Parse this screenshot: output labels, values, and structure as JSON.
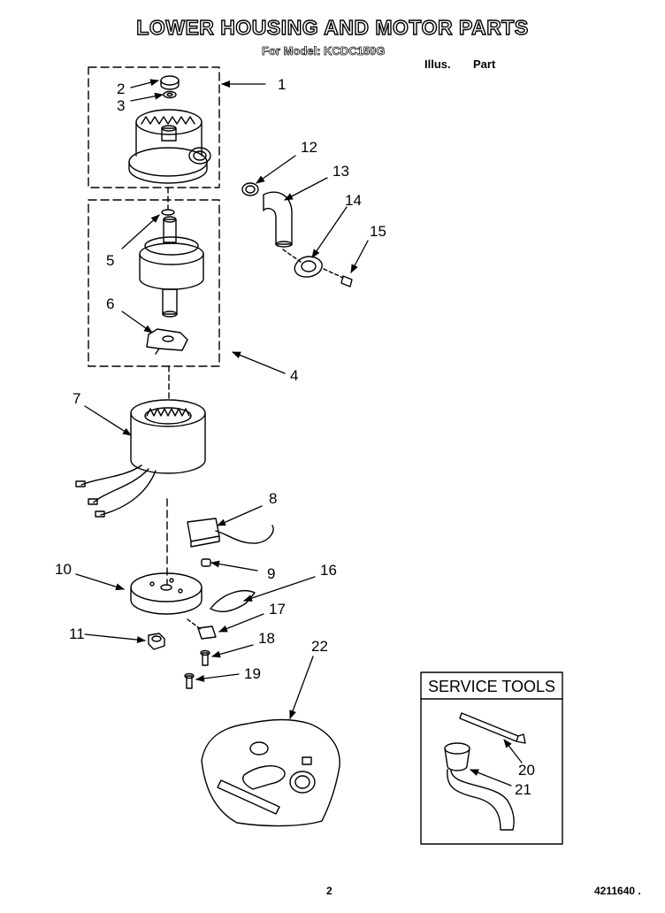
{
  "header": {
    "title": "LOWER HOUSING AND MOTOR PARTS",
    "model_line": "For Model: KCDC150G",
    "col_illus": "Illus.",
    "col_part": "Part"
  },
  "service_tools": {
    "title": "SERVICE TOOLS"
  },
  "callouts": [
    "1",
    "2",
    "3",
    "4",
    "5",
    "6",
    "7",
    "8",
    "9",
    "10",
    "11",
    "12",
    "13",
    "14",
    "15",
    "16",
    "17",
    "18",
    "19",
    "20",
    "21",
    "22"
  ],
  "footer": {
    "page": "2",
    "doc_number": "4211640 ."
  }
}
